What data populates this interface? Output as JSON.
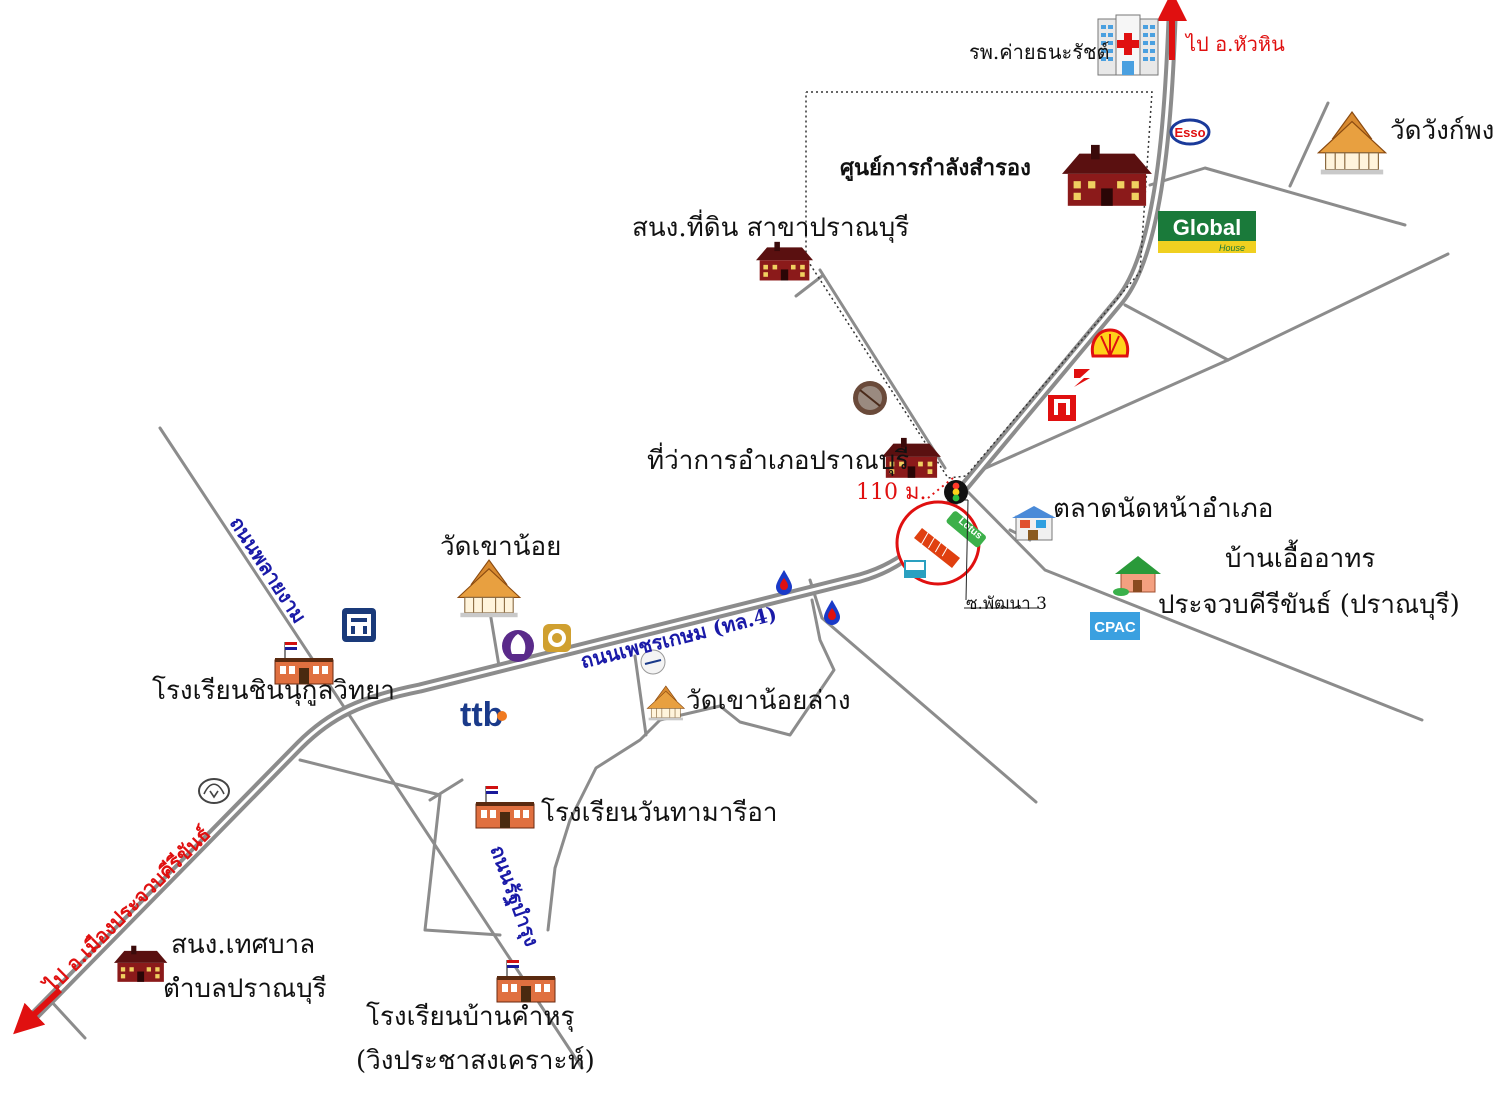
{
  "colors": {
    "road": "#8c8c8c",
    "road_edge": "#7a7a7a",
    "highway_center": "#ffffff",
    "arrow": "#e01010",
    "highlight_circle": "#e01010",
    "road_label": "#1a1aa8"
  },
  "directions": {
    "north": "ไป อ.หัวหิน",
    "southwest": "ไป อ.เมืองประจวบคีรีขันธ์"
  },
  "roads": {
    "phetkasem": "ถนนเพชรเกษม (ทล.4)",
    "west": "ถนนพลายงาม",
    "south": "ถนนรัฐบำรุง",
    "soi": "ซ.พัฒนา 3"
  },
  "distance": "110 ม.",
  "places": {
    "hospital": "รพ.ค่ายธนะรัชต์",
    "reserve_center": "ศูนย์การกำลังสำรอง",
    "land_office": "สนง.ที่ดิน สาขาปราณบุรี",
    "district_office": "ที่ว่าการอำเภอปราณบุรี",
    "wat_wang_phong": "วัดวังก์พง",
    "market": "ตลาดนัดหน้าอำเภอ",
    "elderly_home_1": "บ้านเอื้ออาทร",
    "elderly_home_2": "ประจวบคีรีขันธ์ (ปราณบุรี)",
    "wat_khao_noi": "วัดเขาน้อย",
    "wat_khao_noi_lang": "วัดเขาน้อยล่าง",
    "school_chinnukun": "โรงเรียนชินนุกูลวิทยา",
    "school_wanthamario": "โรงเรียนวันทามารีอา",
    "municipal_1": "สนง.เทศบาล",
    "municipal_2": "ตำบลปราณบุรี",
    "school_bankhamru_1": "โรงเรียนบ้านคำหรุ",
    "school_bankhamru_2": "(วิงประชาสงเคราะห์)"
  },
  "logos": {
    "esso": "Esso",
    "global": "Global",
    "global_sub": "House",
    "cpac": "CPAC",
    "ttb": "ttb",
    "lotus": "Lotus",
    "suzuki": "S"
  }
}
